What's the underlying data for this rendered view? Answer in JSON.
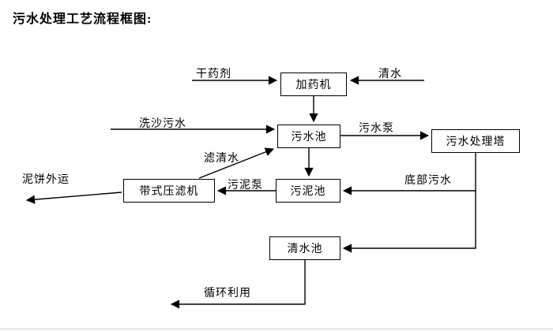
{
  "title": "污水处理工艺流程框图:",
  "diagram": {
    "nodes": {
      "dosing_machine": "加药机",
      "sewage_pool": "污水池",
      "treatment_tower": "污水处理塔",
      "sludge_pool": "污泥池",
      "belt_filter_press": "带式压滤机",
      "clean_water_pool": "清水池"
    },
    "edge_labels": {
      "dry_agent": "干药剂",
      "clean_water": "清水",
      "sand_washing_sewage": "洗沙污水",
      "sewage_pump": "污水泵",
      "filtered_water": "滤清水",
      "sludge_pump": "污泥泵",
      "bottom_sewage": "底部污水",
      "mud_cake_out": "泥饼外运",
      "recycle": "循环利用"
    },
    "line_color": "#000000"
  }
}
